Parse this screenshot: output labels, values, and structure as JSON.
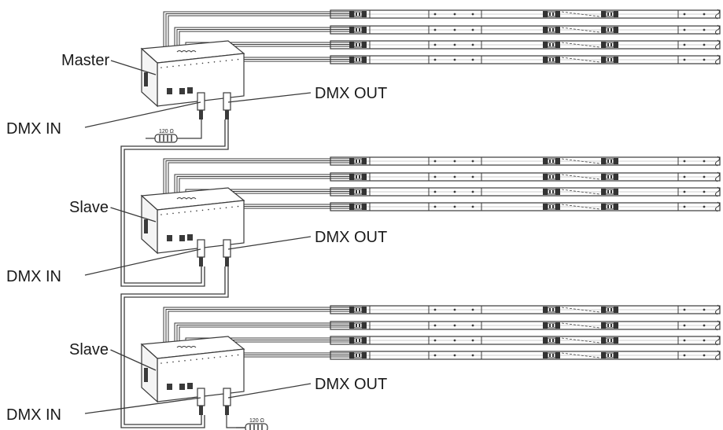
{
  "labels": {
    "dmx_in": "DMX IN",
    "dmx_out": "DMX OUT",
    "terminator": "120 Ω"
  },
  "units": [
    {
      "role": "Master",
      "terminator_on": "in"
    },
    {
      "role": "Slave",
      "terminator_on": "none"
    },
    {
      "role": "Slave",
      "terminator_on": "out"
    }
  ],
  "strips_per_unit": 4,
  "colors": {
    "line": "#3a3a3a",
    "fill": "#ffffff",
    "hatch": "#9a9a9a"
  }
}
